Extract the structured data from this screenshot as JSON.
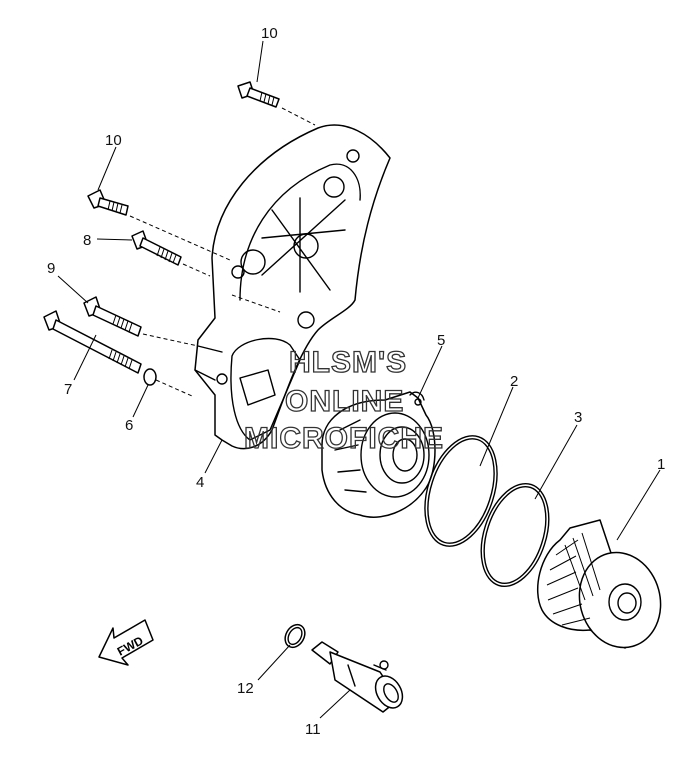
{
  "watermark": {
    "line1": "HLSM'S",
    "line2": "ONLINE",
    "line3": "MICROFICHE"
  },
  "direction_arrow": {
    "label": "FWD"
  },
  "callouts": [
    {
      "id": "c1",
      "text": "1"
    },
    {
      "id": "c2",
      "text": "2"
    },
    {
      "id": "c3",
      "text": "3"
    },
    {
      "id": "c4",
      "text": "4"
    },
    {
      "id": "c5",
      "text": "5"
    },
    {
      "id": "c6",
      "text": "6"
    },
    {
      "id": "c7",
      "text": "7"
    },
    {
      "id": "c8",
      "text": "8"
    },
    {
      "id": "c9",
      "text": "9"
    },
    {
      "id": "c10a",
      "text": "10"
    },
    {
      "id": "c10b",
      "text": "10"
    },
    {
      "id": "c11",
      "text": "11"
    },
    {
      "id": "c12",
      "text": "12"
    }
  ]
}
